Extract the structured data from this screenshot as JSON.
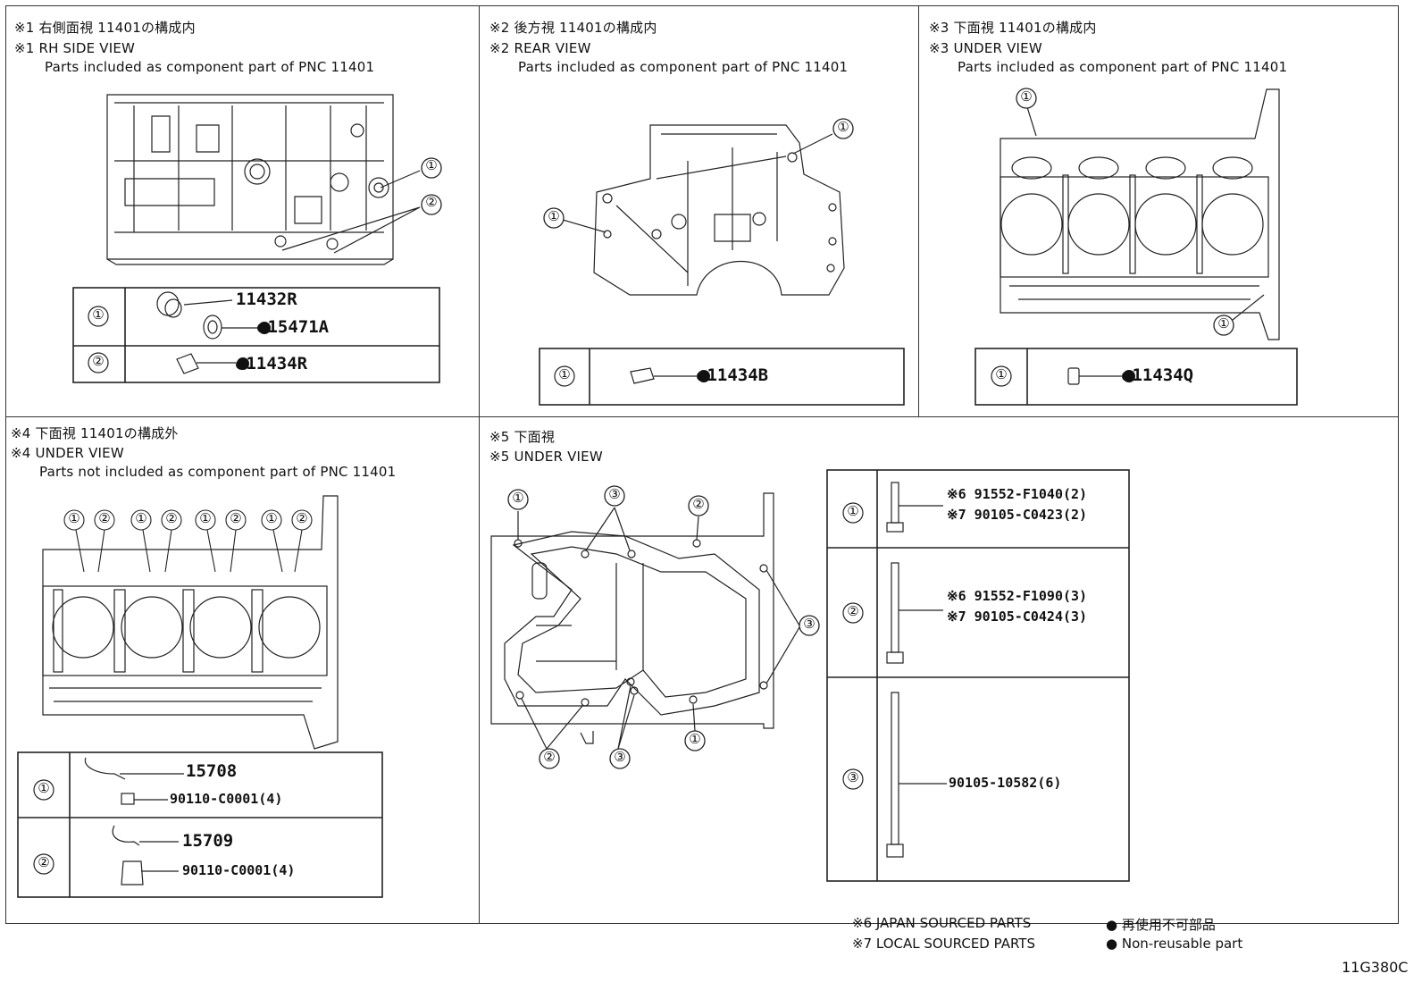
{
  "panels": {
    "p1": {
      "jp": "※1 右側面視 11401の構成内",
      "en": "※1 RH SIDE VIEW",
      "sub": "Parts included as component part of PNC 11401",
      "rows": [
        {
          "num": "①",
          "parts": [
            "11432R",
            "●15471A"
          ]
        },
        {
          "num": "②",
          "parts": [
            "●11434R"
          ]
        }
      ]
    },
    "p2": {
      "jp": "※2 後方視 11401の構成内",
      "en": "※2 REAR VIEW",
      "sub": "Parts included as component part of PNC 11401",
      "rows": [
        {
          "num": "①",
          "parts": [
            "●11434B"
          ]
        }
      ]
    },
    "p3": {
      "jp": "※3 下面視 11401の構成内",
      "en": "※3 UNDER VIEW",
      "sub": "Parts included as component part of PNC 11401",
      "rows": [
        {
          "num": "①",
          "parts": [
            "●11434Q"
          ]
        }
      ]
    },
    "p4": {
      "jp": "※4 下面視 11401の構成外",
      "en": "※4 UNDER VIEW",
      "sub": "Parts not included as component part of PNC 11401",
      "rows": [
        {
          "num": "①",
          "parts": [
            "15708",
            "90110-C0001(4)"
          ]
        },
        {
          "num": "②",
          "parts": [
            "15709",
            "90110-C0001(4)"
          ]
        }
      ]
    },
    "p5": {
      "jp": "※5 下面視",
      "en": "※5 UNDER VIEW",
      "rows": [
        {
          "num": "①",
          "parts": [
            "※6 91552-F1040(2)",
            "※7 90105-C0423(2)"
          ]
        },
        {
          "num": "②",
          "parts": [
            "※6 91552-F1090(3)",
            "※7 90105-C0424(3)"
          ]
        },
        {
          "num": "③",
          "parts": [
            "90105-10582(6)"
          ]
        }
      ]
    }
  },
  "callouts": {
    "one": "①",
    "two": "②",
    "three": "③"
  },
  "legend": {
    "japan": "※6 JAPAN SOURCED PARTS",
    "local": "※7 LOCAL SOURCED PARTS",
    "nonreuse_jp": "● 再使用不可部品",
    "nonreuse_en": "● Non-reusable part"
  },
  "diagram_code": "11G380C"
}
